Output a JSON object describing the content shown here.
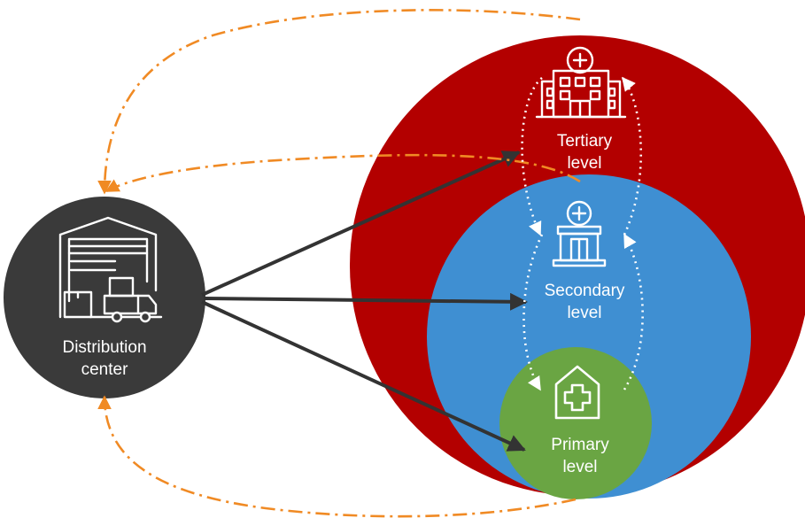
{
  "nodes": {
    "distribution": {
      "line1": "Distribution",
      "line2": "center",
      "icon": "warehouse-truck-icon"
    },
    "tertiary": {
      "line1": "Tertiary",
      "line2": "level",
      "icon": "hospital-building-icon"
    },
    "secondary": {
      "line1": "Secondary",
      "line2": "level",
      "icon": "clinic-building-icon"
    },
    "primary": {
      "line1": "Primary",
      "line2": "level",
      "icon": "health-house-icon"
    }
  },
  "colors": {
    "tertiary_circle": "#B30000",
    "secondary_circle": "#3F8FD2",
    "primary_circle": "#6AA543",
    "distribution_circle": "#3A3A3A",
    "supply_arrows": "#333333",
    "return_arrows": "#F08A24",
    "referral_arrows": "#FFFFFF"
  },
  "edges": {
    "supply": [
      "distribution-to-tertiary",
      "distribution-to-secondary",
      "distribution-to-primary"
    ],
    "returns": [
      "tertiary-to-distribution-outer",
      "tertiary-to-distribution-inner",
      "primary-to-distribution"
    ],
    "referrals": [
      "primary-to-secondary",
      "secondary-to-primary",
      "secondary-to-tertiary",
      "tertiary-to-secondary"
    ]
  }
}
